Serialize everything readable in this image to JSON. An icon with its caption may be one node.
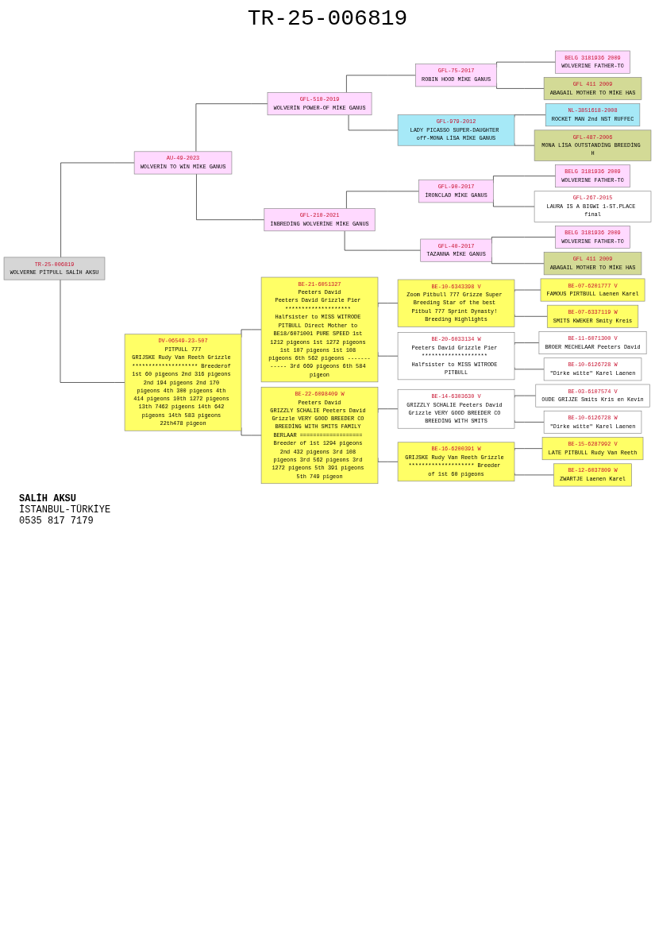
{
  "diagram": {
    "title": "TR-25-006819",
    "nodes": [
      {
        "text": [
          "TR-25-006819",
          "WOLVERNE PİTPULL SALİH AKSU"
        ]
      },
      {
        "text": [
          "AU-49-2023",
          "WOLVERİN TO WİN MİKE GANUS"
        ]
      },
      {
        "text": [
          "DV-06549-23-507",
          "PITPULL 777",
          "GRIJSKE Rudy Van Reeth Grizzle ******************** Breederof 1st 60 pigeons 2nd 316 pigeons 2nd 194 pigeons 2nd 170 pigeons 4th 300 pigeons 4th 414 pigeons 10th 1272 pigeons 13th 7462 pigeons 14th 642 pigeons 14th 583 pigeons 22th478 pigeon"
        ]
      },
      {
        "text": [
          "GFL-510-2019",
          "WOLVERİN POWER-OF MİKE GANUS"
        ]
      },
      {
        "text": [
          "GFL-210-2021",
          "İNBREDİNG WOLVERİNE MİKE GANUS"
        ]
      },
      {
        "text": [
          "BE-21-6051327",
          "Peeters David",
          "Peeters David Grizzle Pier ******************** Halfsister to MISS WITRODE PITBULL Direct Mother to BE18/6071001 PURE SPEED 1st 1212 pigeons 1st 1272 pigeons 1st 107 pigeons 1st 108 pigeons 6th 562 pigeons ------------ 3rd 669 pigeons 6th 584 pigeon"
        ]
      },
      {
        "text": [
          "BE-22-6098409 W",
          "Peeters David",
          "GRIZZLY SCHALIE Peeters David Grizzle VERY GOOD BREEDER CO BREEDİNG WITH SMITS FAMILY BERLAAR =================== Breeder of 1st 1294 pigeons 2nd 432 pigeons 3rd 108 pigeons 3rd 562 pigeons 3rd 1272 pigeons 5th 391 pigeons 5th 749 pigeon"
        ]
      },
      {
        "text": [
          "GFL-75-2017",
          "ROBIN HOOD MİKE GANUS"
        ]
      },
      {
        "text": [
          "GFL-979-2012",
          "LADY PICASSO SUPER-DAUGHTER off-MONA LİSA MİKE GANUS"
        ]
      },
      {
        "text": [
          "GFL-90-2017",
          "İRONCLAD MİKE GANUS"
        ]
      },
      {
        "text": [
          "GFL-40-2017",
          "TAZANNA MİKE GANUS"
        ]
      },
      {
        "text": [
          "BE-10-6343398 V",
          "Zoom Pitbull 777 Grizze Super Breeding Star of the best Pitbul 777 Sprint Dynasty! Breeding Highlights"
        ]
      },
      {
        "text": [
          "BE-20-6033134 W",
          "Peeters David Grizzle Pier ******************** Halfsister to MISS WITRODE PITBULL"
        ]
      },
      {
        "text": [
          "BE-14-6303630 V",
          "GRIZZLY SCHALIE Peeters David Grizzle VERY GOOD BREEDER CO BREEDİNG WITH SMITS"
        ]
      },
      {
        "text": [
          "BE-16-6200391 W",
          "GRIJSKE Rudy Van Reeth Grizzle ******************** Breeder of 1st 60 pigeons"
        ]
      },
      {
        "text": [
          "BELG 3181936 2009",
          "WOLVERINE FATHER-TO"
        ]
      },
      {
        "text": [
          "GFL 411 2009",
          "ABAGAIL MOTHER TO MİKE HAS"
        ]
      },
      {
        "text": [
          "NL-3851618-2008",
          "ROCKET MAN 2nd NST RUFFEC"
        ]
      },
      {
        "text": [
          "GFL-487-2006",
          "MONA LİSA OUTSTANDİNG BREEDİNG H"
        ]
      },
      {
        "text": [
          "BELG 3181936 2009",
          "WOLVERINE FATHER-TO"
        ]
      },
      {
        "text": [
          "GFL-267-2015",
          "LAURA IS A BIGWI 1-ST.PLACE final"
        ]
      },
      {
        "text": [
          "BELG 3181936 2009",
          "WOLVERINE FATHER-TO"
        ]
      },
      {
        "text": [
          "GFL 411 2009",
          "ABAGAIL MOTHER TO MİKE HAS"
        ]
      },
      {
        "text": [
          "BE-07-6201777 V",
          "FAMOUS PIRTBULL Laenen Karel"
        ]
      },
      {
        "text": [
          "BE-07-6337119 W",
          "SMITS KWEKER Smity Kreis"
        ]
      },
      {
        "text": [
          "BE-11-6071300 V",
          "BROER MECHELAAR Peeters David"
        ]
      },
      {
        "text": [
          "BE-10-6126728 W",
          "\"Dirke witte\" Karel Laenen"
        ]
      },
      {
        "text": [
          "BE-03-6107574 V",
          "OUDE GRIJZE Smits Kris en Kevin"
        ]
      },
      {
        "text": [
          "BE-10-6126728 W",
          "\"Dirke witte\" Karel Laenen"
        ]
      },
      {
        "text": [
          "BE-15-6287992 V",
          "LATE PITBULL Rudy Van Reeth"
        ]
      },
      {
        "text": [
          "BE-12-6037809 W",
          "ZWARTJE Laenen Karel"
        ]
      }
    ],
    "edges": [
      {
        "from": 0,
        "to": 1,
        "arrow": "none"
      },
      {
        "from": 0,
        "to": 2,
        "arrow": "none"
      },
      {
        "from": 1,
        "to": 3,
        "arrow": "none"
      },
      {
        "from": 1,
        "to": 4,
        "arrow": "none"
      },
      {
        "from": 2,
        "to": 5,
        "arrow": "none"
      },
      {
        "from": 2,
        "to": 6,
        "arrow": "none"
      },
      {
        "from": 3,
        "to": 7,
        "arrow": "none"
      },
      {
        "from": 3,
        "to": 8,
        "arrow": "none"
      },
      {
        "from": 4,
        "to": 9,
        "arrow": "none"
      },
      {
        "from": 4,
        "to": 10,
        "arrow": "none"
      },
      {
        "from": 5,
        "to": 11,
        "arrow": "none"
      },
      {
        "from": 5,
        "to": 12,
        "arrow": "none"
      },
      {
        "from": 6,
        "to": 13,
        "arrow": "none"
      },
      {
        "from": 6,
        "to": 14,
        "arrow": "none"
      },
      {
        "from": 7,
        "to": 15,
        "arrow": "none"
      },
      {
        "from": 7,
        "to": 16,
        "arrow": "none"
      },
      {
        "from": 8,
        "to": 17,
        "arrow": "none"
      },
      {
        "from": 8,
        "to": 18,
        "arrow": "none"
      },
      {
        "from": 9,
        "to": 19,
        "arrow": "none"
      },
      {
        "from": 9,
        "to": 20,
        "arrow": "none"
      },
      {
        "from": 10,
        "to": 21,
        "arrow": "none"
      },
      {
        "from": 10,
        "to": 22,
        "arrow": "none"
      },
      {
        "from": 11,
        "to": 23,
        "arrow": "none"
      },
      {
        "from": 11,
        "to": 24,
        "arrow": "none"
      },
      {
        "from": 12,
        "to": 25,
        "arrow": "none"
      },
      {
        "from": 12,
        "to": 26,
        "arrow": "none"
      },
      {
        "from": 13,
        "to": 27,
        "arrow": "none"
      },
      {
        "from": 13,
        "to": 28,
        "arrow": "none"
      },
      {
        "from": 14,
        "to": 29,
        "arrow": "none"
      },
      {
        "from": 14,
        "to": 30,
        "arrow": "none"
      }
    ],
    "labels": [
      "SALİH AKSU",
      "İSTANBUL-TÜRKİYE",
      "0535 817 7179"
    ]
  }
}
